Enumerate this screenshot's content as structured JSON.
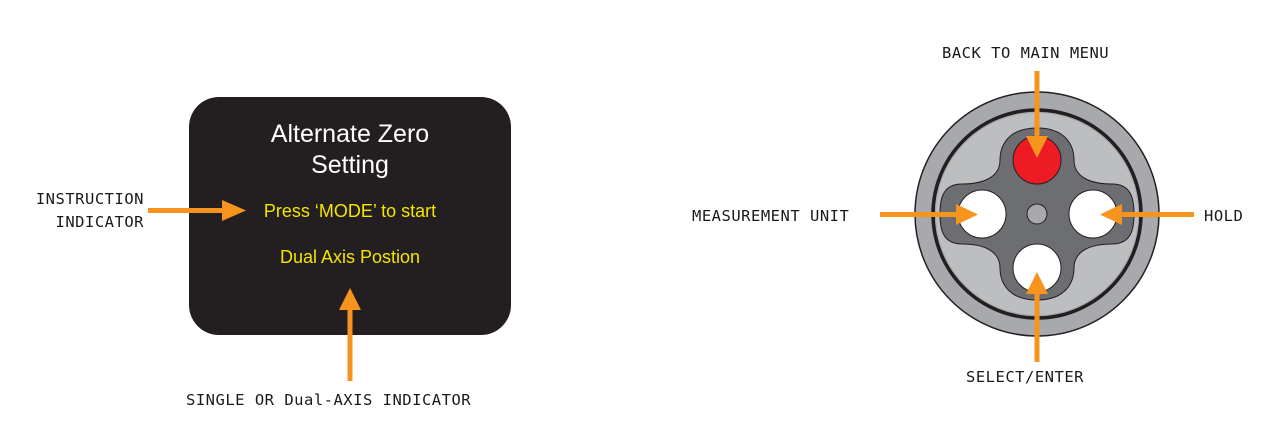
{
  "screen": {
    "title": "Alternate Zero\nSetting",
    "instruction": "Press ‘MODE’ to start",
    "axis_mode": "Dual Axis Postion"
  },
  "labels": {
    "instruction_indicator": "INSTRUCTION\nINDICATOR",
    "axis_indicator": "SINGLE OR Dual-AXIS INDICATOR",
    "back_to_main_menu": "BACK TO MAIN MENU",
    "measurement_unit": "MEASUREMENT UNIT",
    "hold": "HOLD",
    "select_enter": "SELECT/ENTER"
  },
  "colors": {
    "arrow": "#f7941d",
    "screen_bg": "#231f20",
    "screen_title": "#ffffff",
    "screen_text": "#f4e400",
    "keypad_outer": "#a7a9ac",
    "keypad_ring": "#231f20",
    "keypad_inner": "#bcbec0",
    "button_plate": "#6d6e71",
    "back_button": "#ed1c24",
    "button": "#ffffff"
  }
}
